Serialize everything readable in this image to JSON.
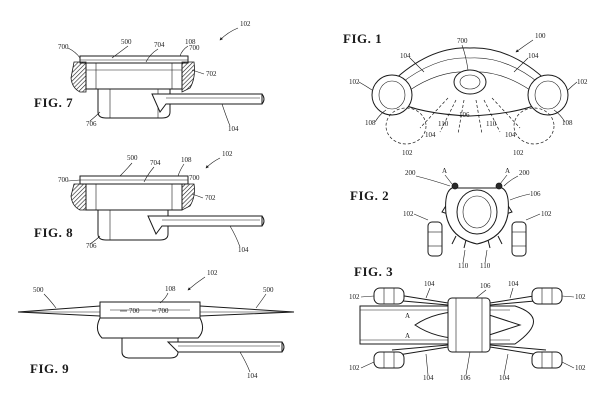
{
  "figures": {
    "fig7": {
      "title": "FIG. 7",
      "labels": [
        "500",
        "704",
        "108",
        "700",
        "700",
        "702",
        "706",
        "104",
        "102"
      ]
    },
    "fig8": {
      "title": "FIG. 8",
      "labels": [
        "500",
        "704",
        "108",
        "700",
        "700",
        "702",
        "706",
        "104",
        "102"
      ]
    },
    "fig9": {
      "title": "FIG. 9",
      "labels": [
        "102",
        "500",
        "108",
        "500",
        "700",
        "700",
        "104"
      ]
    },
    "fig1": {
      "title": "FIG. 1",
      "labels": [
        "700",
        "100",
        "104",
        "104",
        "102",
        "102",
        "110",
        "106",
        "110",
        "108",
        "108",
        "104",
        "104",
        "102",
        "102"
      ]
    },
    "fig2": {
      "title": "FIG. 2",
      "labels": [
        "200",
        "A",
        "A",
        "200",
        "106",
        "102",
        "102",
        "110",
        "110"
      ]
    },
    "fig3": {
      "title": "FIG. 3",
      "labels": [
        "102",
        "104",
        "106",
        "104",
        "102",
        "A",
        "A",
        "102",
        "104",
        "106",
        "104",
        "102"
      ]
    }
  }
}
